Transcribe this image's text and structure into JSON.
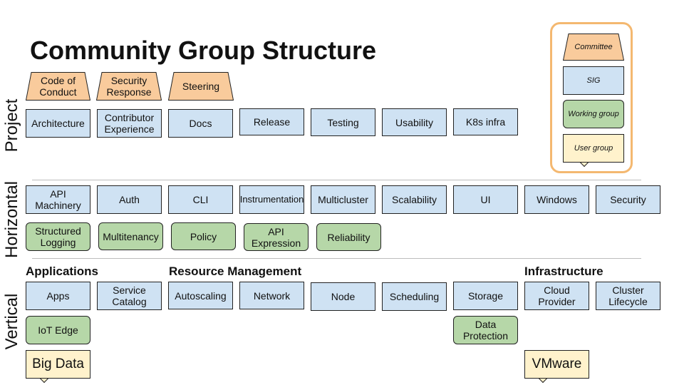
{
  "title": "Community Group Structure",
  "row_labels": {
    "project": "Project",
    "horizontal": "Horizontal",
    "vertical": "Vertical"
  },
  "committees": [
    "Code of Conduct",
    "Security Response",
    "Steering"
  ],
  "project_sigs": [
    "Architecture",
    "Contributor Experience",
    "Docs",
    "Release",
    "Testing",
    "Usability",
    "K8s infra"
  ],
  "horizontal_sigs": [
    "API Machinery",
    "Auth",
    "CLI",
    "Instrumentation",
    "Multicluster",
    "Scalability",
    "UI",
    "Windows",
    "Security"
  ],
  "horizontal_wgs": [
    "Structured Logging",
    "Multitenancy",
    "Policy",
    "API Expression",
    "Reliability"
  ],
  "sections": {
    "applications": "Applications",
    "resource_management": "Resource Management",
    "infrastructure": "Infrastructure"
  },
  "vertical_sigs": [
    "Apps",
    "Service Catalog",
    "Autoscaling",
    "Network",
    "Node",
    "Scheduling",
    "Storage",
    "Cloud Provider",
    "Cluster Lifecycle"
  ],
  "vertical_wgs": [
    "IoT Edge",
    "Data Protection"
  ],
  "user_groups": [
    "Big Data",
    "VMware"
  ],
  "legend": {
    "committee": "Committee",
    "sig": "SIG",
    "working_group": "Working group",
    "user_group": "User group"
  },
  "colors": {
    "committee": "#f9cb9c",
    "sig": "#cfe2f3",
    "working_group": "#b6d7a8",
    "user_group": "#fff2cc",
    "legend_border": "#f4b870"
  }
}
